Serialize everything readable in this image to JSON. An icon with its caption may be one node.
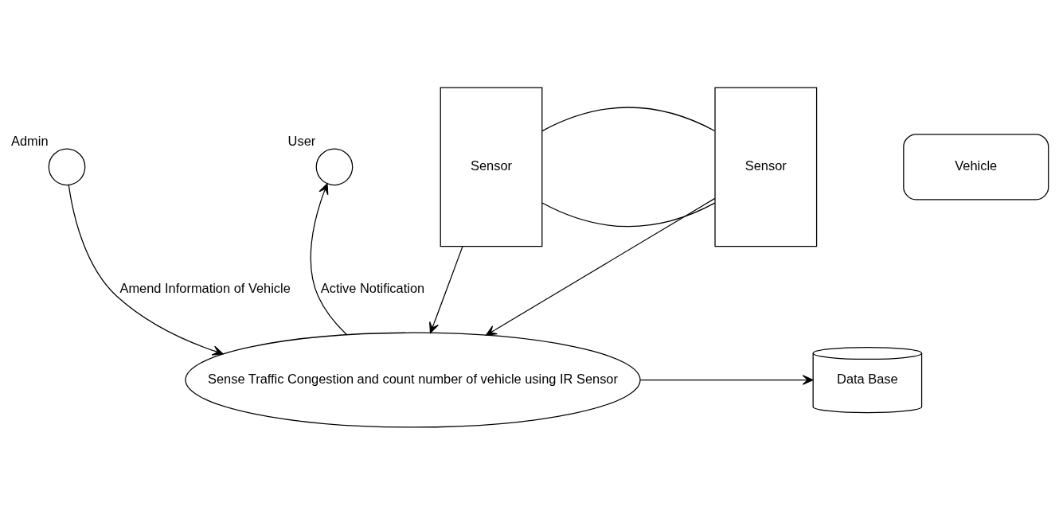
{
  "diagram": {
    "nodes": [
      {
        "text": [
          "Admin"
        ]
      },
      {
        "text": [
          "User"
        ]
      },
      {
        "text": [
          "Sense Traffic Congestion and count number of vehicle using IR Sensor"
        ]
      },
      {
        "text": [
          "Data Base"
        ]
      },
      {
        "text": [
          "Vehicle"
        ]
      },
      {
        "text": [
          "Sensor"
        ]
      },
      {
        "text": [
          "Sensor"
        ]
      }
    ],
    "edges": [
      {
        "from": 0,
        "to": 2,
        "arrow": "to",
        "label": "Amend Information of Vehicle"
      },
      {
        "from": 2,
        "to": 1,
        "arrow": "to",
        "label": "Active Notification"
      },
      {
        "from": 2,
        "to": 3,
        "arrow": "to"
      },
      {
        "from": 5,
        "to": 2,
        "arrow": "to"
      },
      {
        "from": 6,
        "to": 2,
        "arrow": "to"
      },
      {
        "from": 5,
        "to": 6,
        "arrow": "none"
      },
      {
        "from": 5,
        "to": 6,
        "arrow": "none"
      }
    ]
  }
}
